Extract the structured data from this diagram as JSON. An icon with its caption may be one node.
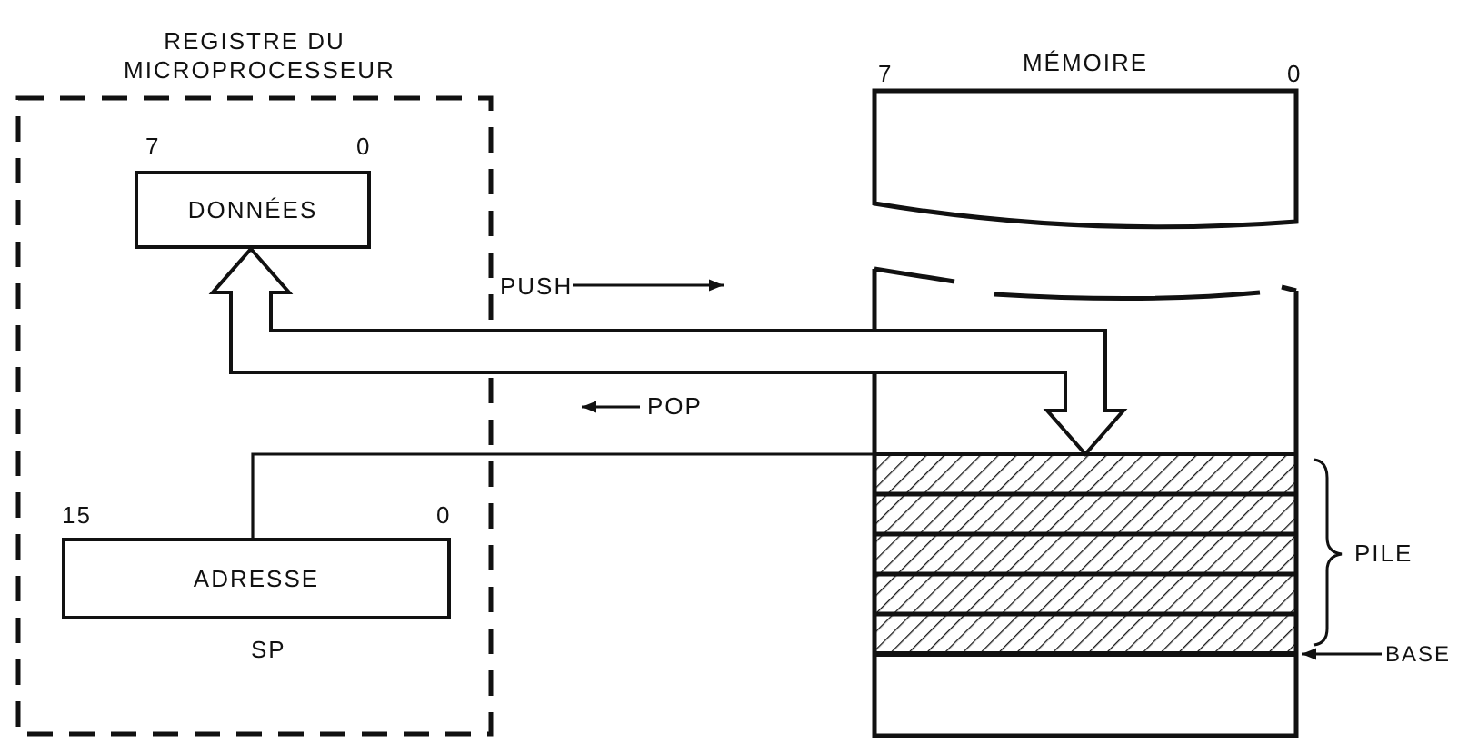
{
  "diagram": {
    "nodes": [
      {
        "text": [
          "REGISTRE DU MICROPROCESSEUR"
        ]
      },
      {
        "text": [
          "DONNÉES"
        ],
        "in": 0,
        "beside": [
          "7",
          "0"
        ]
      },
      {
        "text": [
          "ADRESSE"
        ],
        "in": 0,
        "beside": [
          "15",
          "0",
          "SP"
        ]
      },
      {
        "text": [
          "MÉMOIRE"
        ],
        "beside": [
          "7",
          "0"
        ]
      },
      {
        "text": [],
        "shape": "box"
      },
      {
        "text": [],
        "shape": "box",
        "in": 4,
        "beside": [
          "PILE"
        ]
      },
      {
        "text": [
          "BASE"
        ]
      }
    ],
    "edges": [
      {
        "from": 1,
        "to": 5,
        "arrow": "both"
      },
      {
        "from": 2,
        "to": 5,
        "arrow": "none"
      },
      {
        "from": 6,
        "to": 5,
        "arrow": "to"
      }
    ],
    "labels": [
      "PUSH",
      "POP"
    ]
  }
}
